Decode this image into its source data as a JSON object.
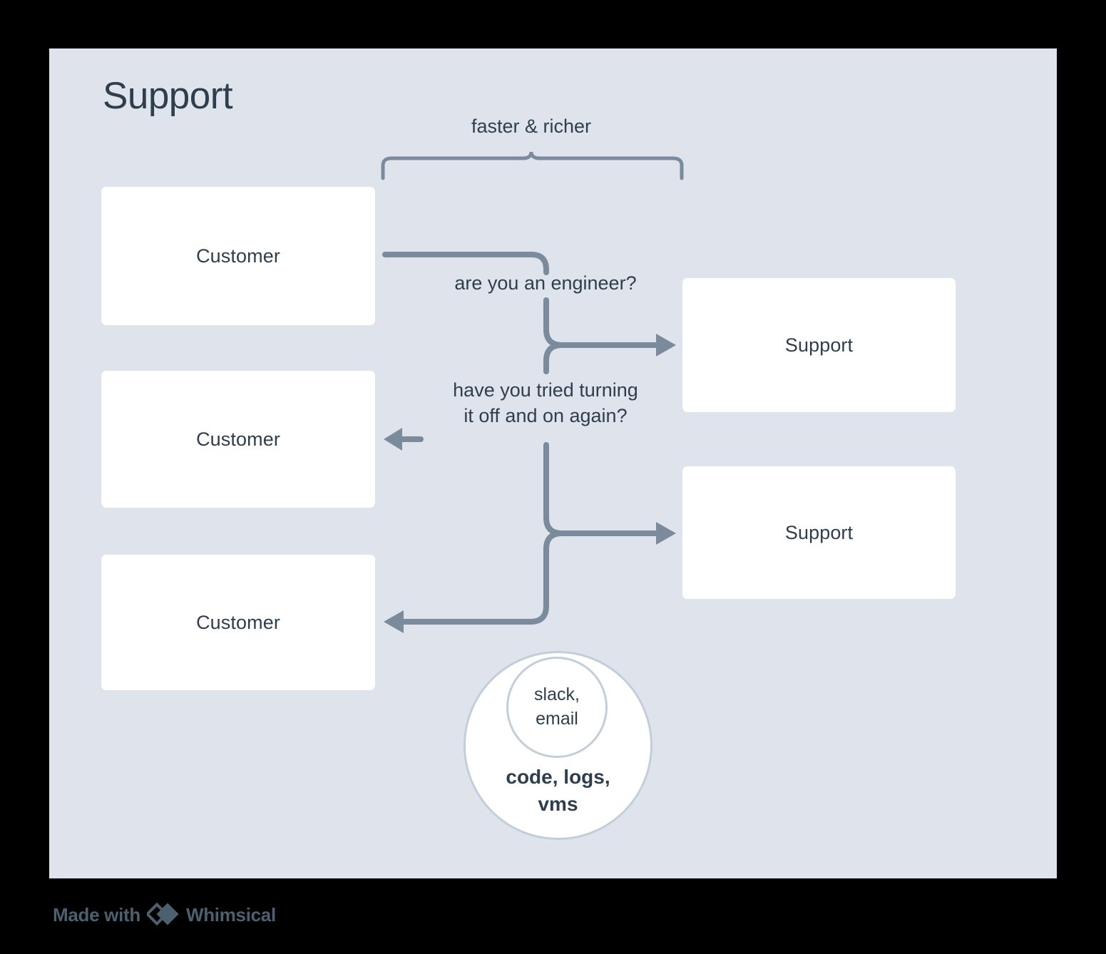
{
  "diagram": {
    "title": "Support",
    "background_color": "#dfe4ec",
    "page_background": "#000000",
    "node_fill": "#ffffff",
    "text_color": "#2f3e4d",
    "connector_color": "#7b8b9c",
    "circle_border_color": "#c3cedb",
    "bracket": {
      "label": "faster & richer"
    },
    "nodes": [
      {
        "id": "customer-1",
        "label": "Customer",
        "shape": "rectangle"
      },
      {
        "id": "customer-2",
        "label": "Customer",
        "shape": "rectangle"
      },
      {
        "id": "customer-3",
        "label": "Customer",
        "shape": "rectangle"
      },
      {
        "id": "support-1",
        "label": "Support",
        "shape": "rectangle"
      },
      {
        "id": "support-2",
        "label": "Support",
        "shape": "rectangle"
      }
    ],
    "edge_labels": [
      {
        "id": "engineer-question",
        "text": "are you an engineer?"
      },
      {
        "id": "reboot-question",
        "text": "have you tried turning\nit off and on again?"
      }
    ],
    "circles": [
      {
        "id": "outer-circle",
        "label": "code, logs,\nvms"
      },
      {
        "id": "inner-circle",
        "label": "slack,\nemail"
      }
    ]
  },
  "footer": {
    "made_with": "Made with",
    "brand": "Whimsical"
  }
}
